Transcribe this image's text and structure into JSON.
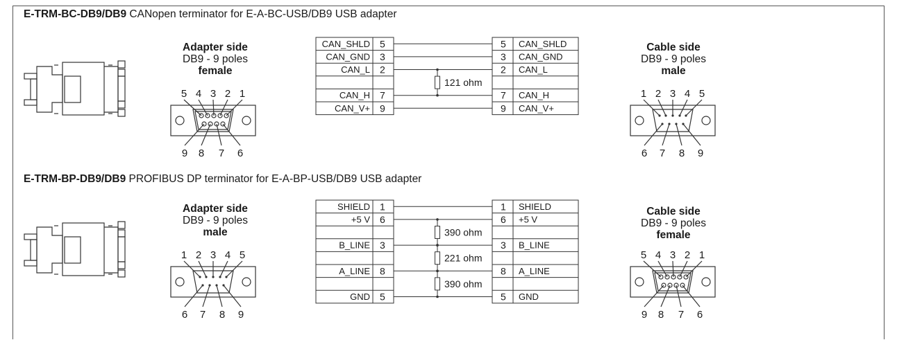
{
  "sections": [
    {
      "id": "canopen",
      "title_code": "E-TRM-BC-DB9/DB9",
      "title_desc": " CANopen terminator for E-A-BC-USB/DB9 USB adapter",
      "adapter": {
        "heading": "Adapter side",
        "line": "DB9 - 9 poles",
        "gender": "female",
        "top_pins": [
          "5",
          "4",
          "3",
          "2",
          "1"
        ],
        "bottom_pins": [
          "9",
          "8",
          "7",
          "6"
        ]
      },
      "cable": {
        "heading": "Cable side",
        "line": "DB9 - 9 poles",
        "gender": "male",
        "top_pins": [
          "1",
          "2",
          "3",
          "4",
          "5"
        ],
        "bottom_pins": [
          "6",
          "7",
          "8",
          "9"
        ]
      },
      "left_rows": [
        [
          "CAN_SHLD",
          "5"
        ],
        [
          "CAN_GND",
          "3"
        ],
        [
          "CAN_L",
          "2"
        ],
        [
          "",
          ""
        ],
        [
          "CAN_H",
          "7"
        ],
        [
          "CAN_V+",
          "9"
        ]
      ],
      "right_rows": [
        [
          "5",
          "CAN_SHLD"
        ],
        [
          "3",
          "CAN_GND"
        ],
        [
          "2",
          "CAN_L"
        ],
        [
          "",
          ""
        ],
        [
          "7",
          "CAN_H"
        ],
        [
          "9",
          "CAN_V+"
        ]
      ],
      "resistors": [
        "121 ohm"
      ]
    },
    {
      "id": "profibus",
      "title_code": "E-TRM-BP-DB9/DB9",
      "title_desc": " PROFIBUS DP terminator for E-A-BP-USB/DB9 USB adapter",
      "adapter": {
        "heading": "Adapter side",
        "line": "DB9 - 9 poles",
        "gender": "male",
        "top_pins": [
          "1",
          "2",
          "3",
          "4",
          "5"
        ],
        "bottom_pins": [
          "6",
          "7",
          "8",
          "9"
        ]
      },
      "cable": {
        "heading": "Cable side",
        "line": "DB9 - 9 poles",
        "gender": "female",
        "top_pins": [
          "5",
          "4",
          "3",
          "2",
          "1"
        ],
        "bottom_pins": [
          "9",
          "8",
          "7",
          "6"
        ]
      },
      "left_rows": [
        [
          "SHIELD",
          "1"
        ],
        [
          "+5 V",
          "6"
        ],
        [
          "",
          ""
        ],
        [
          "B_LINE",
          "3"
        ],
        [
          "",
          ""
        ],
        [
          "A_LINE",
          "8"
        ],
        [
          "",
          ""
        ],
        [
          "GND",
          "5"
        ]
      ],
      "right_rows": [
        [
          "1",
          "SHIELD"
        ],
        [
          "6",
          "+5 V"
        ],
        [
          "",
          ""
        ],
        [
          "3",
          "B_LINE"
        ],
        [
          "",
          ""
        ],
        [
          "8",
          "A_LINE"
        ],
        [
          "",
          ""
        ],
        [
          "5",
          "GND"
        ]
      ],
      "resistors": [
        "390 ohm",
        "221 ohm",
        "390 ohm"
      ]
    }
  ]
}
